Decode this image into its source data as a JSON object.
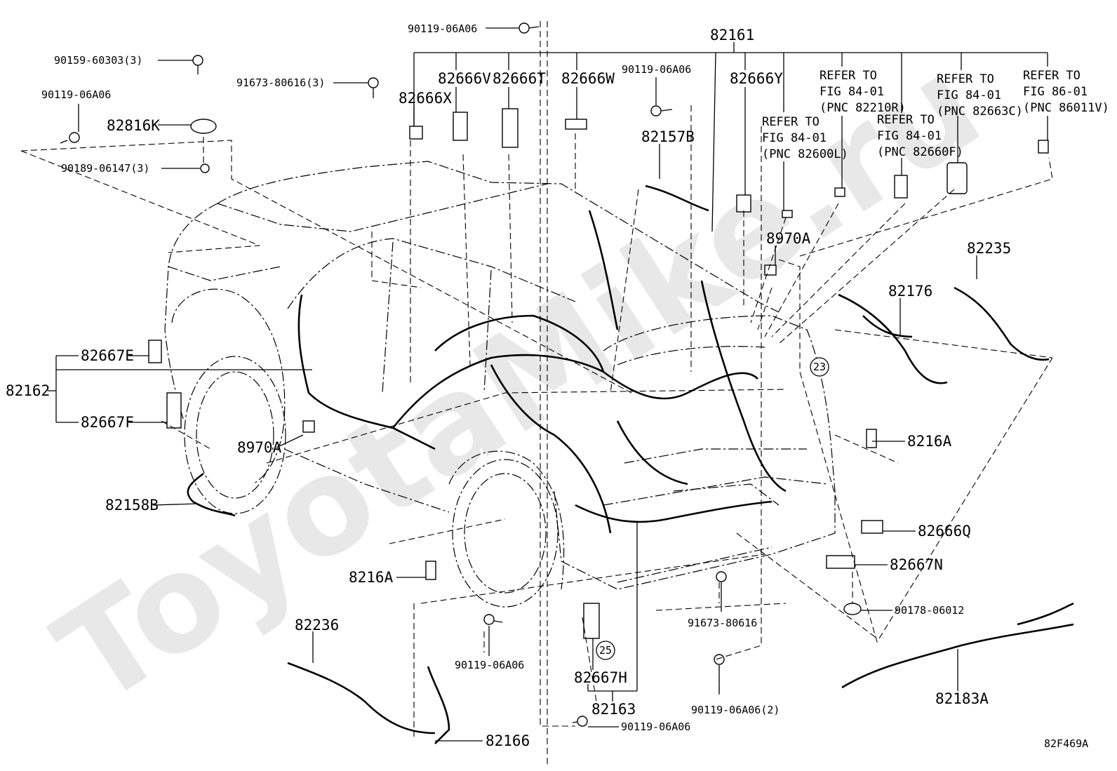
{
  "watermark": "ToyotaMike.ru",
  "diagram_code": "82F469A",
  "callouts": {
    "c23": "23",
    "c25": "25"
  },
  "refer_notes": {
    "n82210R": [
      "REFER TO",
      "FIG 84-01",
      "(PNC 82210R)"
    ],
    "n82663C": [
      "REFER TO",
      "FIG 84-01",
      "(PNC 82663C)"
    ],
    "n86011V": [
      "REFER TO",
      "FIG 86-01",
      "(PNC 86011V)"
    ],
    "n82600L": [
      "REFER TO",
      "FIG 84-01",
      "(PNC 82600L)"
    ],
    "n82660F": [
      "REFER TO",
      "FIG 84-01",
      "(PNC 82660F)"
    ]
  },
  "labels": {
    "p90119_top": "90119-06A06",
    "p82161": "82161",
    "p90159": "90159-60303(3)",
    "p90119_left": "90119-06A06",
    "p91673_3": "91673-80616(3)",
    "p82666V": "82666V",
    "p82666T": "82666T",
    "p82666W": "82666W",
    "p82666X": "82666X",
    "p90119_mid": "90119-06A06",
    "p82666Y": "82666Y",
    "p82816K": "82816K",
    "p82157B": "82157B",
    "p90189": "90189-06147(3)",
    "p8970A_top": "8970A",
    "p82235": "82235",
    "p82176": "82176",
    "p82667E": "82667E",
    "p82162": "82162",
    "p82667F": "82667F",
    "p8970A_left": "8970A",
    "p8216A_right": "8216A",
    "p82158B": "82158B",
    "p82666Q": "82666Q",
    "p82667N": "82667N",
    "p8216A_left": "8216A",
    "p90178": "90178-06012",
    "p91673": "91673-80616",
    "p82236": "82236",
    "p90119_bl": "90119-06A06",
    "p82667H": "82667H",
    "p82183A": "82183A",
    "p82163": "82163",
    "p90119_2": "90119-06A06(2)",
    "p82166": "82166",
    "p90119_bottom": "90119-06A06"
  }
}
